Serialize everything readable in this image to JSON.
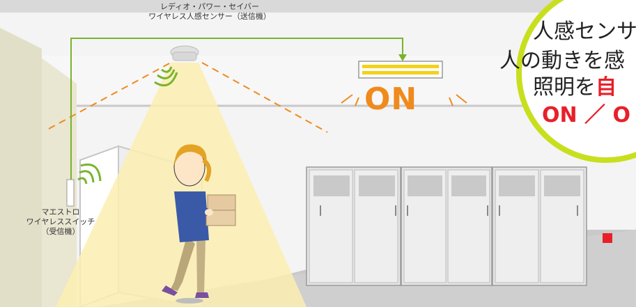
{
  "sensor_label": {
    "line1": "レディオ・パワー・セイバー",
    "line2": "ワイヤレス人感センサー（送信機）"
  },
  "switch_label": {
    "line1": "マエストロ",
    "line2": "ワイヤレススイッチ",
    "line3": "（受信機）"
  },
  "light_status": "ON",
  "callout": {
    "line1": "人感センサ",
    "line2": "人の動きを感",
    "line3_prefix": "照明を",
    "line3_emphasis": "自",
    "line4": "ON ／ O"
  },
  "colors": {
    "accent_orange": "#f08a1c",
    "accent_red": "#e8202a",
    "signal_green": "#7ab32c",
    "callout_ring": "#c8df1e"
  }
}
